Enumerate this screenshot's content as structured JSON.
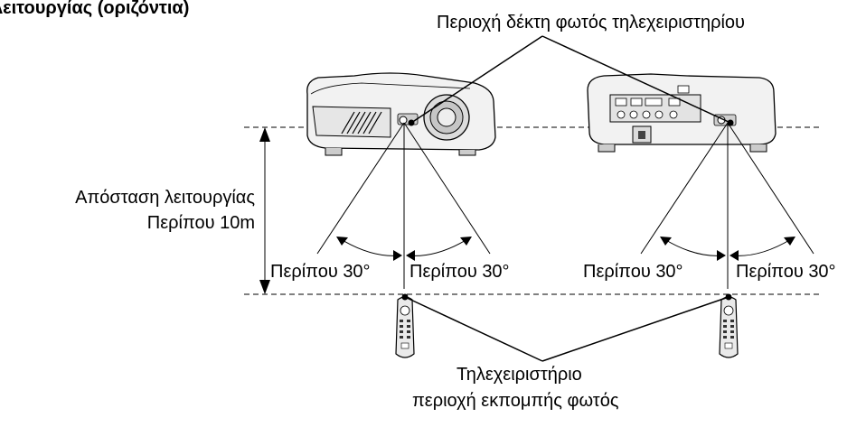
{
  "title": "λειτουργίας (οριζόντια)",
  "receiver_label": "Περιοχή δέκτη φωτός τηλεχειριστηρίου",
  "distance_label": {
    "line1": "Απόσταση λειτουργίας",
    "line2": "Περίπου 10m"
  },
  "angle_labels": [
    "Περίπου 30°",
    "Περίπου 30°",
    "Περίπου 30°",
    "Περίπου 30°"
  ],
  "transmitter_label": {
    "line1": "Τηλεχειριστήριο",
    "line2": "περιοχή εκπομπής φωτός"
  }
}
